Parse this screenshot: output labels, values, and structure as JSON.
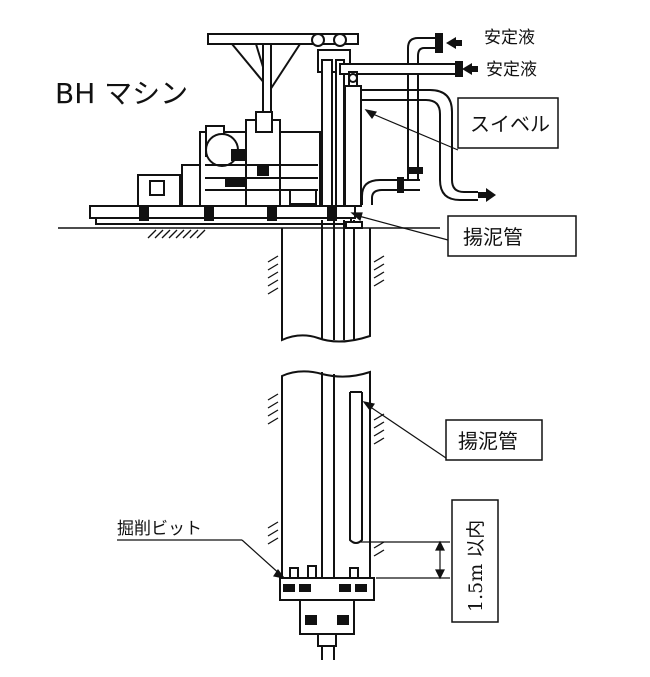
{
  "title": "BH マシン",
  "labels": {
    "fluid_in_1": "安定液",
    "fluid_in_2": "安定液",
    "swivel": "スイベル",
    "mud_pipe_top": "揚泥管",
    "mud_pipe_bottom": "揚泥管",
    "drill_bit": "掘削ビット",
    "clearance": "1.5m 以内"
  },
  "icons": {
    "arrow_in": "arrow-left-icon",
    "arrow_out": "arrow-right-icon"
  }
}
